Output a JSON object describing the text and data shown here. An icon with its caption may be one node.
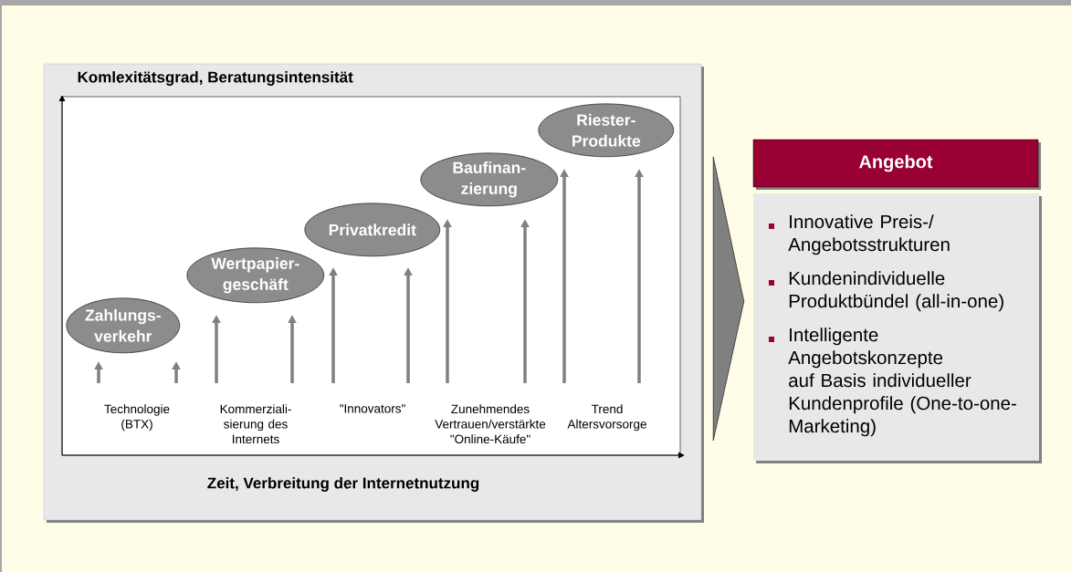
{
  "diagram": {
    "nodes": [
      {
        "text": [
          "Komlexitätsgrad, Beratungsintensität",
          "Zeit, Verbreitung der Internetnutzung"
        ]
      },
      {
        "text": [
          "Zahlungs- verkehr"
        ],
        "in": 0
      },
      {
        "text": [
          "Wertpapier- geschäft"
        ],
        "in": 0
      },
      {
        "text": [
          "Privatkredit"
        ],
        "in": 0
      },
      {
        "text": [
          "Baufinan- zierung"
        ],
        "in": 0
      },
      {
        "text": [
          "Riester- Produkte"
        ],
        "in": 0
      },
      {
        "text": [
          "Angebot"
        ]
      },
      {
        "text": [
          "Innovative Preis-/ Angebotsstrukturen",
          "Kundenindividuelle Produktbündel (all-in-one)",
          "Intelligente Angebotskonzepte auf Basis individueller Kundenprofile (One-to-one- Marketing)"
        ]
      }
    ],
    "edges": [
      {
        "from": 0,
        "to": 7,
        "arrow": "to"
      }
    ],
    "labels": [
      "Technologie (BTX)",
      "Kommerziali- sierung des Internets",
      "\"Innovators\"",
      "Zunehmendes Vertrauen/verstärkte \"Online-Käufe\"",
      "Trend Altersvorsorge"
    ]
  }
}
